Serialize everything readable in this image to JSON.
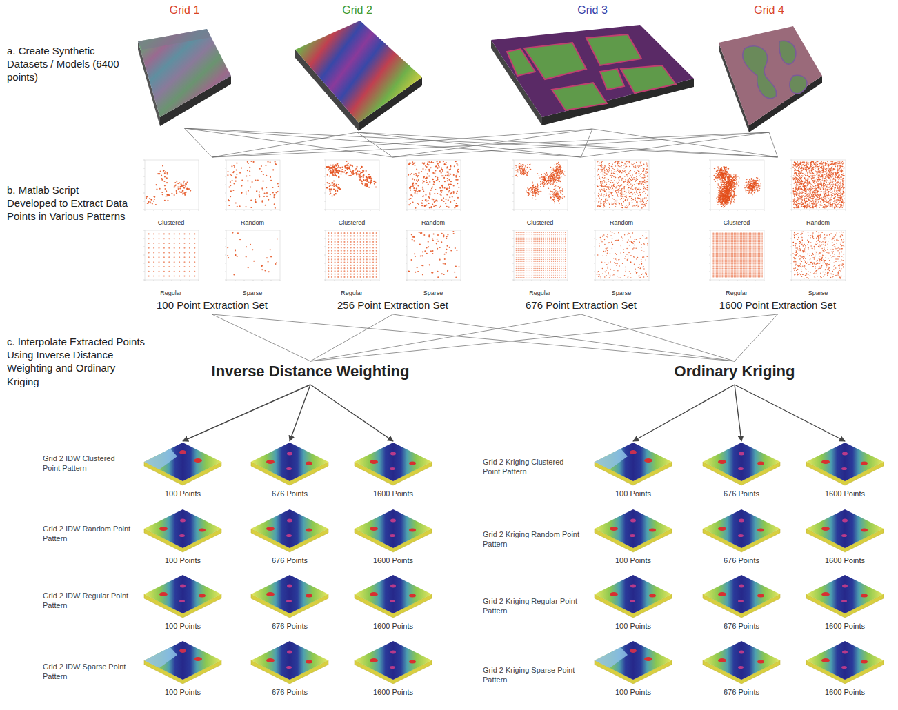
{
  "diagram": {
    "nodes": [
      {
        "text": [
          "Grid 1"
        ]
      },
      {
        "text": [
          "Grid 2"
        ]
      },
      {
        "text": [
          "Grid 3"
        ]
      },
      {
        "text": [
          "Grid 4"
        ]
      },
      {
        "text": [
          "100 Point Extraction Set"
        ]
      },
      {
        "text": [
          "Clustered"
        ],
        "in": 4
      },
      {
        "text": [
          "Random"
        ],
        "in": 4
      },
      {
        "text": [
          "Regular"
        ],
        "in": 4
      },
      {
        "text": [
          "Sparse"
        ],
        "in": 4
      },
      {
        "text": [
          "256 Point Extraction Set"
        ]
      },
      {
        "text": [
          "Clustered"
        ],
        "in": 9
      },
      {
        "text": [
          "Random"
        ],
        "in": 9
      },
      {
        "text": [
          "Regular"
        ],
        "in": 9
      },
      {
        "text": [
          "Sparse"
        ],
        "in": 9
      },
      {
        "text": [
          "676 Point Extraction Set"
        ]
      },
      {
        "text": [
          "Clustered"
        ],
        "in": 14
      },
      {
        "text": [
          "Random"
        ],
        "in": 14
      },
      {
        "text": [
          "Regular"
        ],
        "in": 14
      },
      {
        "text": [
          "Sparse"
        ],
        "in": 14
      },
      {
        "text": [
          "1600 Point Extraction Set"
        ]
      },
      {
        "text": [
          "Clustered"
        ],
        "in": 19
      },
      {
        "text": [
          "Random"
        ],
        "in": 19
      },
      {
        "text": [
          "Regular"
        ],
        "in": 19
      },
      {
        "text": [
          "Sparse"
        ],
        "in": 19
      },
      {
        "text": [
          "Inverse Distance Weighting"
        ]
      },
      {
        "text": [
          "Ordinary Kriging"
        ]
      },
      {
        "text": [
          "100 Points"
        ]
      },
      {
        "text": [
          "676 Points"
        ]
      },
      {
        "text": [
          "1600 Points"
        ]
      },
      {
        "text": [
          "100 Points"
        ]
      },
      {
        "text": [
          "676 Points"
        ]
      },
      {
        "text": [
          "1600 Points"
        ]
      },
      {
        "text": [
          "100 Points"
        ]
      },
      {
        "text": [
          "676 Points"
        ]
      },
      {
        "text": [
          "1600 Points"
        ]
      },
      {
        "text": [
          "100 Points"
        ]
      },
      {
        "text": [
          "676 Points"
        ]
      },
      {
        "text": [
          "1600 Points"
        ]
      },
      {
        "text": [
          "100 Points"
        ]
      },
      {
        "text": [
          "676 Points"
        ]
      },
      {
        "text": [
          "1600 Points"
        ]
      },
      {
        "text": [
          "100 Points"
        ]
      },
      {
        "text": [
          "676 Points"
        ]
      },
      {
        "text": [
          "1600 Points"
        ]
      },
      {
        "text": [
          "100 Points"
        ]
      },
      {
        "text": [
          "676 Points"
        ]
      },
      {
        "text": [
          "1600 Points"
        ]
      },
      {
        "text": [
          "100 Points"
        ]
      },
      {
        "text": [
          "676 Points"
        ]
      },
      {
        "text": [
          "1600 Points"
        ]
      }
    ],
    "edges": [
      {
        "from": 0,
        "to": 4,
        "arrow": "none"
      },
      {
        "from": 0,
        "to": 9,
        "arrow": "none"
      },
      {
        "from": 0,
        "to": 14,
        "arrow": "none"
      },
      {
        "from": 0,
        "to": 19,
        "arrow": "none"
      },
      {
        "from": 1,
        "to": 4,
        "arrow": "none"
      },
      {
        "from": 1,
        "to": 9,
        "arrow": "none"
      },
      {
        "from": 1,
        "to": 14,
        "arrow": "none"
      },
      {
        "from": 1,
        "to": 19,
        "arrow": "none"
      },
      {
        "from": 2,
        "to": 4,
        "arrow": "none"
      },
      {
        "from": 2,
        "to": 9,
        "arrow": "none"
      },
      {
        "from": 2,
        "to": 14,
        "arrow": "none"
      },
      {
        "from": 2,
        "to": 19,
        "arrow": "none"
      },
      {
        "from": 3,
        "to": 4,
        "arrow": "none"
      },
      {
        "from": 3,
        "to": 9,
        "arrow": "none"
      },
      {
        "from": 3,
        "to": 14,
        "arrow": "none"
      },
      {
        "from": 3,
        "to": 19,
        "arrow": "none"
      },
      {
        "from": 4,
        "to": 24,
        "arrow": "none"
      },
      {
        "from": 4,
        "to": 25,
        "arrow": "none"
      },
      {
        "from": 9,
        "to": 24,
        "arrow": "none"
      },
      {
        "from": 9,
        "to": 25,
        "arrow": "none"
      },
      {
        "from": 14,
        "to": 24,
        "arrow": "none"
      },
      {
        "from": 14,
        "to": 25,
        "arrow": "none"
      },
      {
        "from": 19,
        "to": 24,
        "arrow": "none"
      },
      {
        "from": 19,
        "to": 25,
        "arrow": "none"
      },
      {
        "from": 24,
        "to": 26,
        "arrow": "to"
      },
      {
        "from": 24,
        "to": 27,
        "arrow": "to"
      },
      {
        "from": 24,
        "to": 28,
        "arrow": "to"
      },
      {
        "from": 25,
        "to": 29,
        "arrow": "to"
      },
      {
        "from": 25,
        "to": 30,
        "arrow": "to"
      },
      {
        "from": 25,
        "to": 31,
        "arrow": "to"
      }
    ],
    "labels": [
      "a. Create Synthetic Datasets / Models (6400 points)",
      "b. Matlab Script Developed to Extract Data Points in Various Patterns",
      "c. Interpolate Extracted Points Using Inverse Distance Weighting and Ordinary Kriging",
      "Grid 2 IDW Clustered Point Pattern",
      "Grid 2 Kriging Clustered Point Pattern",
      "Grid 2 IDW Random Point Pattern",
      "Grid 2 Kriging Random Point Pattern",
      "Grid 2 IDW Regular Point Pattern",
      "Grid 2 Kriging Regular Point Pattern",
      "Grid 2 IDW Sparse Point Pattern",
      "Grid 2 Kriging Sparse Point Pattern"
    ]
  }
}
